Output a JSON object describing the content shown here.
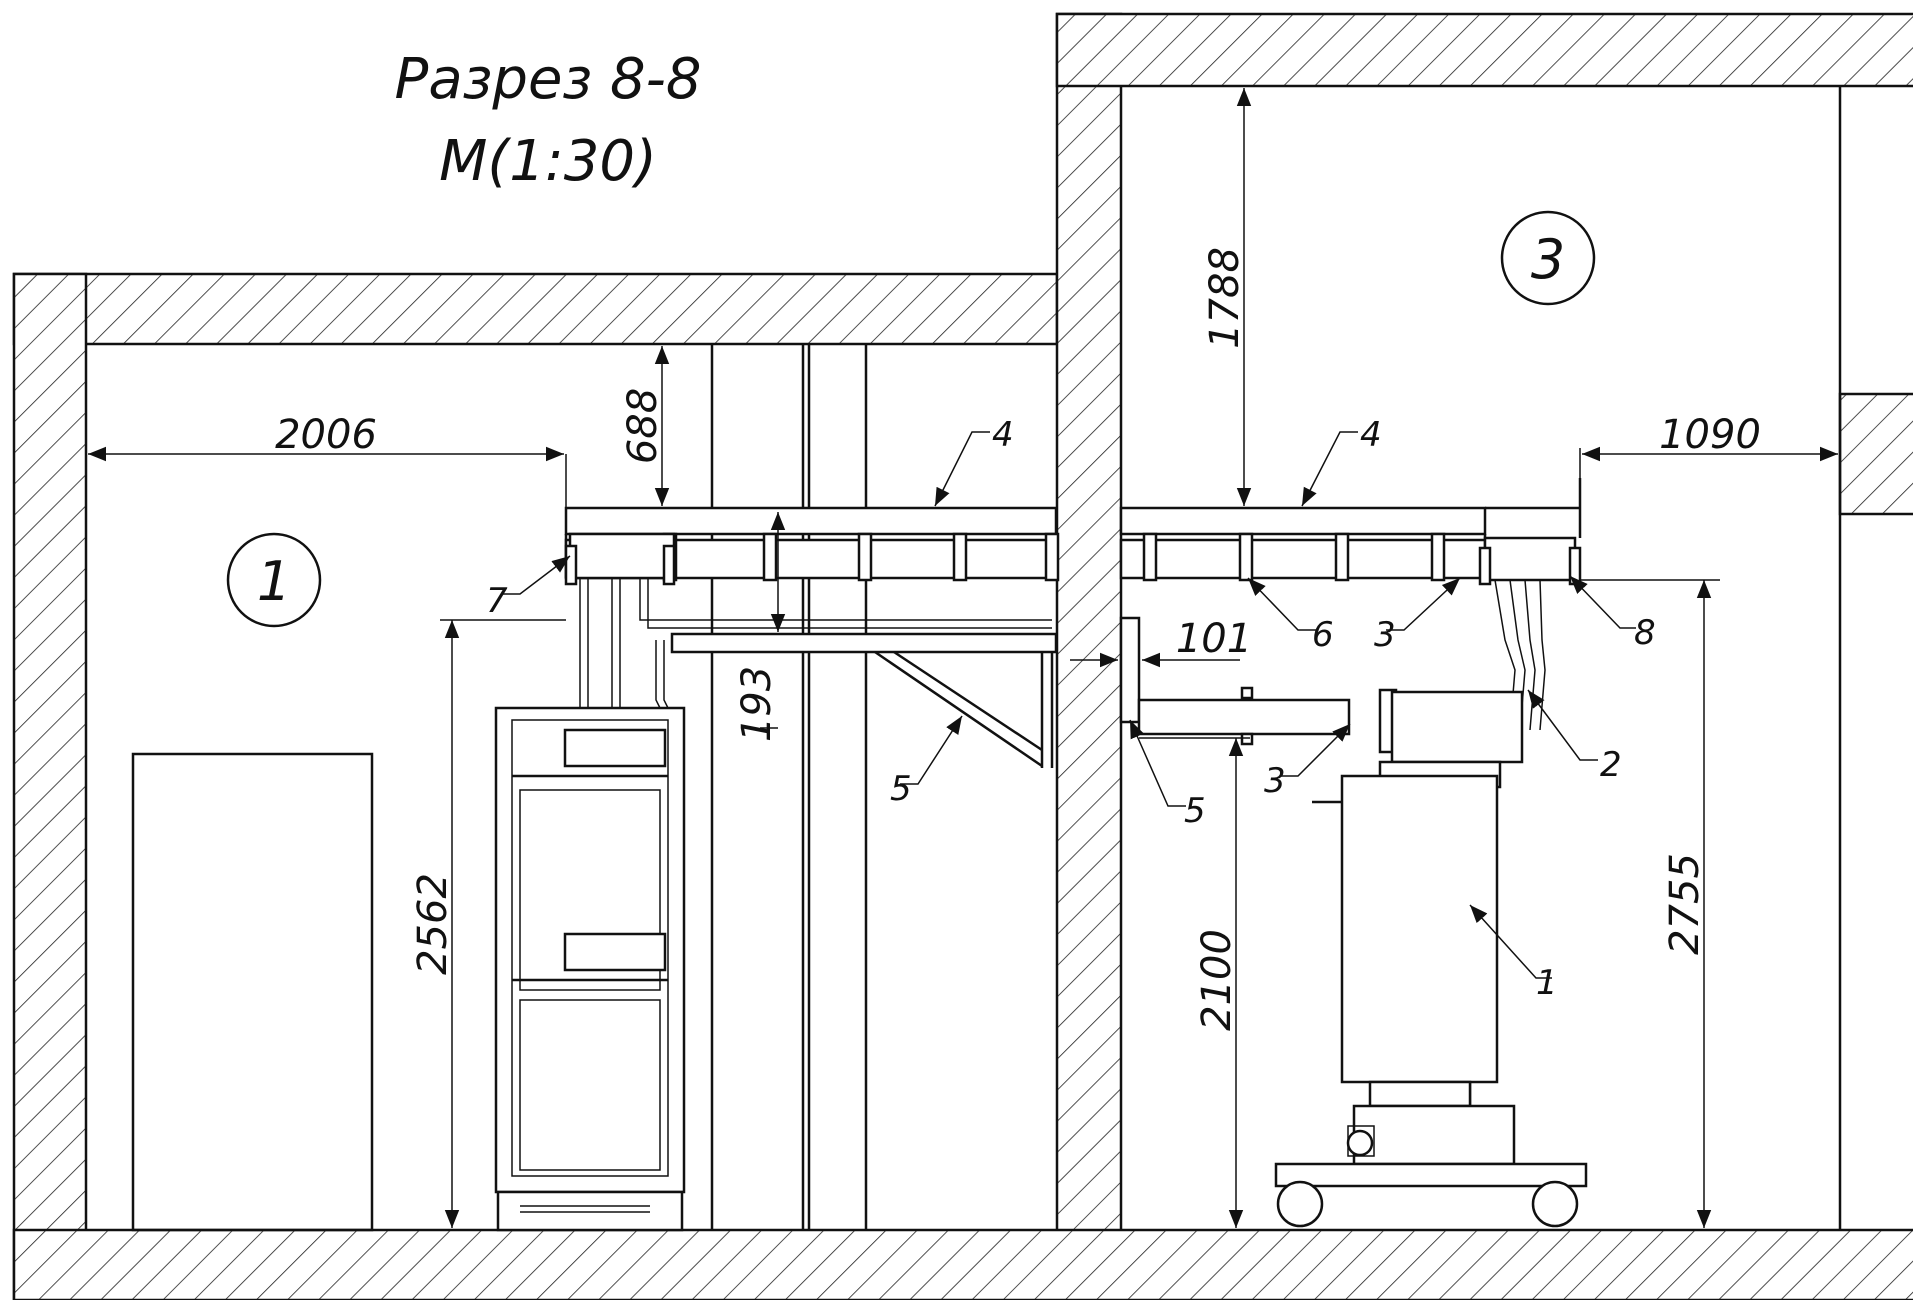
{
  "title": {
    "line1": "Разрез 8-8",
    "line2": "М(1:30)"
  },
  "rooms": {
    "room_left": "1",
    "room_right": "3"
  },
  "dimensions": {
    "d2006": "2006",
    "d688": "688",
    "d193": "193",
    "d2562": "2562",
    "d1788": "1788",
    "d1090": "1090",
    "d101": "101",
    "d2100": "2100",
    "d2755": "2755"
  },
  "labels": {
    "l4a": "4",
    "l4b": "4",
    "l7": "7",
    "l5a": "5",
    "l6": "6",
    "l3a": "3",
    "l8": "8",
    "l2": "2",
    "l3b": "3",
    "l5b": "5",
    "l1": "1"
  }
}
